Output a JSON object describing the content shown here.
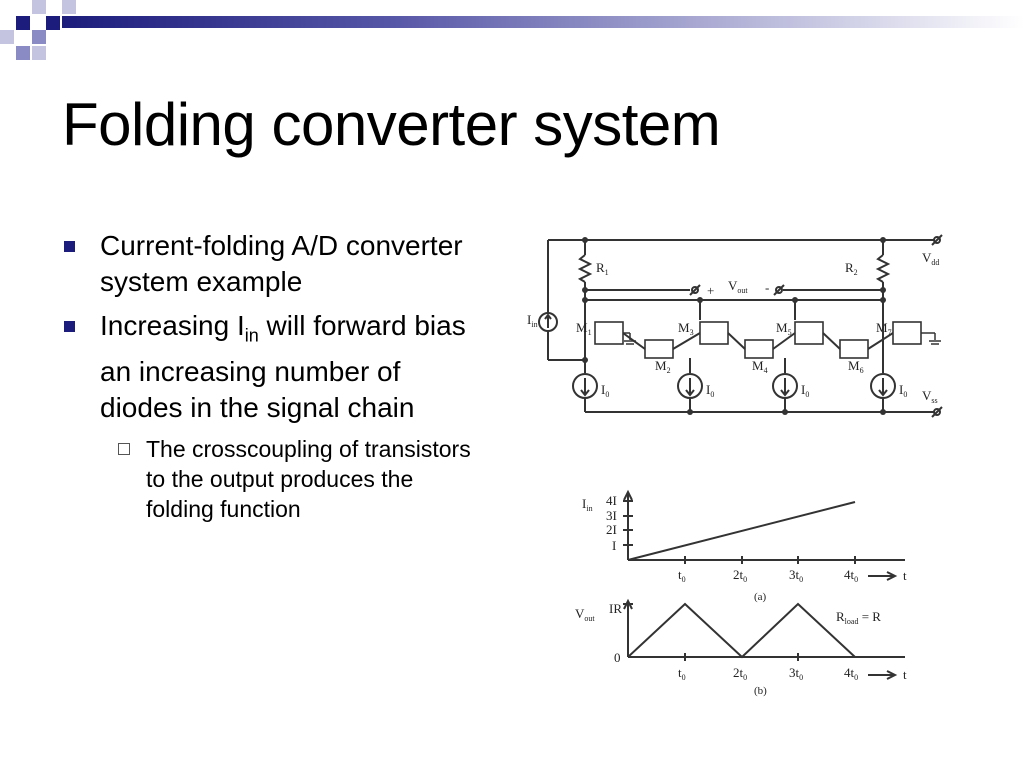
{
  "title": "Folding converter system",
  "bullets": [
    {
      "text": "Current-folding A/D converter system example"
    },
    {
      "text_before": "Increasing I",
      "sub": "in",
      "text_after": " will forward bias an increasing number of diodes in the signal chain",
      "sub_bullets": [
        {
          "text": "The crosscoupling of transistors to the output produces the folding function"
        }
      ]
    }
  ],
  "circuit": {
    "labels": {
      "vdd": "V",
      "vdd_sub": "dd",
      "vss": "V",
      "vss_sub": "ss",
      "r1": "R",
      "r1_sub": "1",
      "r2": "R",
      "r2_sub": "2",
      "vout": "V",
      "vout_sub": "out",
      "plus": "+",
      "minus": "-",
      "iin": "I",
      "iin_sub": "in",
      "m1": "M",
      "m1_sub": "1",
      "m2": "M",
      "m2_sub": "2",
      "m3": "M",
      "m3_sub": "3",
      "m4": "M",
      "m4_sub": "4",
      "m5": "M",
      "m5_sub": "5",
      "m6": "M",
      "m6_sub": "6",
      "m7": "M",
      "m7_sub": "7",
      "i0": "I",
      "i0_sub": "0"
    }
  },
  "graph_a": {
    "ylabel": "I",
    "ylabel_sub": "in",
    "yticks": [
      "4I",
      "3I",
      "2I",
      "I"
    ],
    "xticks": [
      {
        "t": "t",
        "s": "0"
      },
      {
        "t": "2t",
        "s": "0"
      },
      {
        "t": "3t",
        "s": "0"
      },
      {
        "t": "4t",
        "s": "0"
      }
    ],
    "xlabel": "t",
    "caption": "(a)"
  },
  "graph_b": {
    "ylabel": "V",
    "ylabel_sub": "out",
    "ytick_top": "IR",
    "ytick_zero": "0",
    "legend": "R",
    "legend_sub": "load",
    "legend_rest": " = R",
    "xticks": [
      {
        "t": "t",
        "s": "0"
      },
      {
        "t": "2t",
        "s": "0"
      },
      {
        "t": "3t",
        "s": "0"
      },
      {
        "t": "4t",
        "s": "0"
      }
    ],
    "xlabel": "t",
    "caption": "(b)"
  },
  "colors": {
    "bullet": "#1c1c7c",
    "banner_dark": "#1c1c7c",
    "banner_mid": "#8a8ac4",
    "banner_light": "#c4c4e0"
  }
}
